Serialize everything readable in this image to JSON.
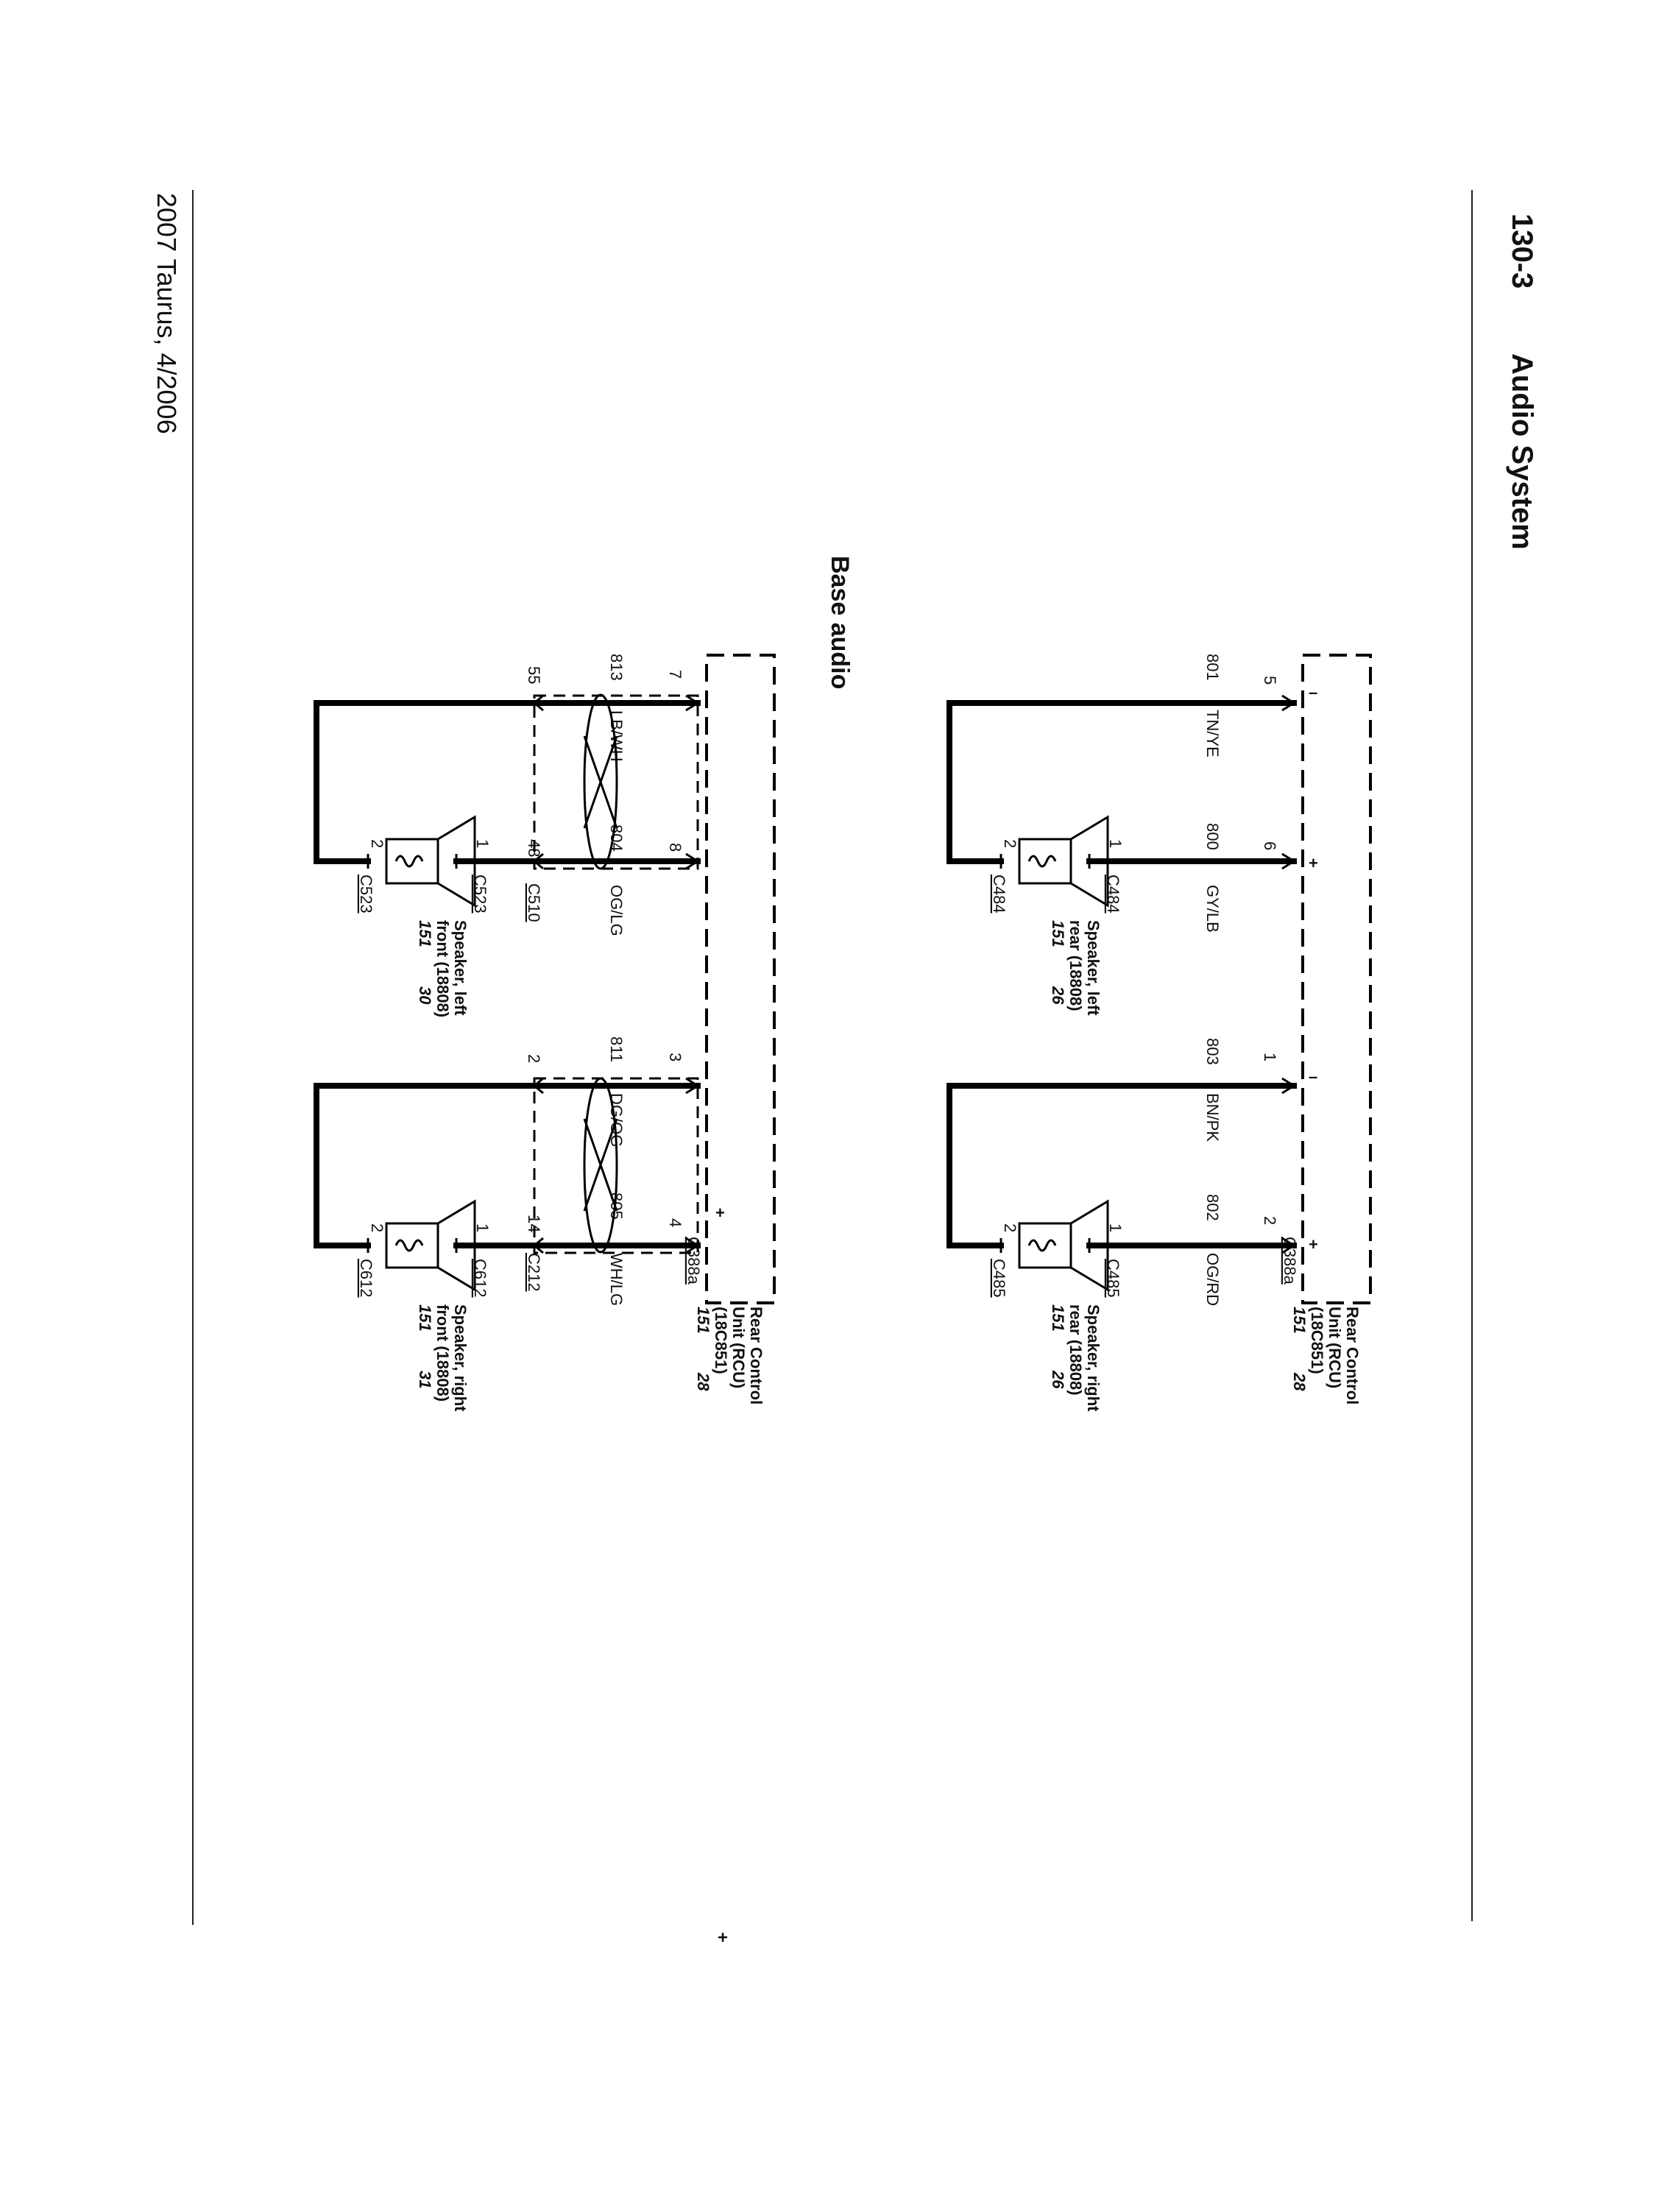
{
  "header": {
    "page_number": "130-3",
    "section_title": "Audio System"
  },
  "footer": {
    "vehicle_date": "2007 Taurus, 4/2006"
  },
  "diagram": {
    "subtitle": "Base audio",
    "modules": {
      "rcu_top": {
        "lines": [
          "Rear Control",
          "Unit (RCU)",
          "(18C851)"
        ],
        "page_ref": "151",
        "grid_ref": "28",
        "connector": "C388a"
      },
      "rcu_bottom": {
        "lines": [
          "Rear Control",
          "Unit (RCU)",
          "(18C851)"
        ],
        "page_ref": "151",
        "grid_ref": "28",
        "connector": "C388a"
      }
    },
    "top_pins": [
      {
        "pin": "5",
        "polarity": "–",
        "circuit": "801",
        "color": "TN/YE"
      },
      {
        "pin": "6",
        "polarity": "+",
        "circuit": "800",
        "color": "GY/LB"
      },
      {
        "pin": "1",
        "polarity": "–",
        "circuit": "803",
        "color": "BN/PK"
      },
      {
        "pin": "2",
        "polarity": "+",
        "circuit": "802",
        "color": "OG/RD"
      }
    ],
    "bottom_pins": [
      {
        "pin": "7",
        "circuit": "813",
        "color": "LB/WH",
        "inline_pin": "55"
      },
      {
        "pin": "8",
        "circuit": "804",
        "color": "OG/LG",
        "inline_pin": "48",
        "inline_connector": "C510"
      },
      {
        "pin": "3",
        "circuit": "811",
        "color": "DG/OG",
        "inline_pin": "2"
      },
      {
        "pin": "4",
        "polarity": "+",
        "circuit": "805",
        "color": "WH/LG",
        "inline_pin": "14",
        "inline_connector": "C212"
      }
    ],
    "speakers": [
      {
        "id": "left_rear",
        "lines": [
          "Speaker, left",
          "rear (18808)"
        ],
        "page_ref": "151",
        "grid_ref": "26",
        "connector": "C484",
        "pin_a": "1",
        "pin_b": "2"
      },
      {
        "id": "right_rear",
        "lines": [
          "Speaker, right",
          "rear (18808)"
        ],
        "page_ref": "151",
        "grid_ref": "26",
        "connector": "C485",
        "pin_a": "1",
        "pin_b": "2"
      },
      {
        "id": "left_front",
        "lines": [
          "Speaker, left",
          "front (18808)"
        ],
        "page_ref": "151",
        "grid_ref": "30",
        "connector": "C523",
        "pin_a": "1",
        "pin_b": "2"
      },
      {
        "id": "right_front",
        "lines": [
          "Speaker, right",
          "front (18808)"
        ],
        "page_ref": "151",
        "grid_ref": "31",
        "connector": "C612",
        "pin_a": "1",
        "pin_b": "2"
      }
    ],
    "stray_mark": "+"
  }
}
